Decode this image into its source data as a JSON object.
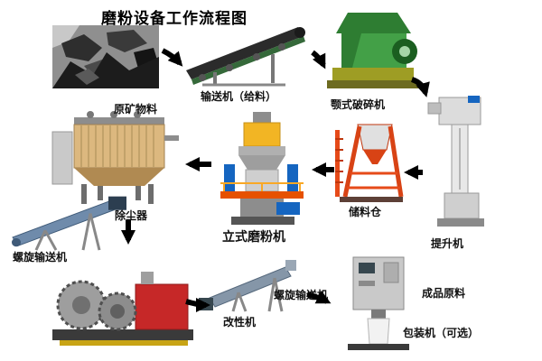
{
  "title": "磨粉设备工作流程图",
  "nodes": {
    "raw_material": {
      "label": "原矿物料"
    },
    "feed_conveyor": {
      "label": "输送机（给料）"
    },
    "jaw_crusher": {
      "label": "颚式破碎机"
    },
    "bucket_elevator": {
      "label": "提升机"
    },
    "storage_silo": {
      "label": "储料仓"
    },
    "vertical_mill": {
      "label": "立式磨粉机"
    },
    "dust_collector": {
      "label": "除尘器"
    },
    "screw_conveyor_1": {
      "label": "螺旋输送机"
    },
    "modifier_machine": {
      "label": "改性机"
    },
    "screw_conveyor_2": {
      "label": "螺旋输送机"
    },
    "finished_material": {
      "label": "成品原料"
    },
    "packing_machine": {
      "label": "包装机（可选）"
    }
  },
  "flow": [
    "原矿物料 → 输送机（给料）",
    "输送机（给料） → 颚式破碎机",
    "颚式破碎机 → 提升机",
    "提升机 → 储料仓",
    "储料仓 → 立式磨粉机",
    "立式磨粉机 → 除尘器",
    "除尘器 → 螺旋输送机",
    "螺旋输送机 → 改性机",
    "改性机 → 螺旋输送机",
    "螺旋输送机 → 包装机（可选）",
    "包装机（可选） → 成品原料"
  ],
  "colors": {
    "arrow-color": "#000000",
    "label-color": "#111111",
    "title-color": "#000000",
    "crusher-green": "#43a047",
    "silo-orange": "#d84315",
    "mill-yellow": "#f2b524",
    "machine-red": "#c62828",
    "motor-blue": "#1565c0"
  }
}
